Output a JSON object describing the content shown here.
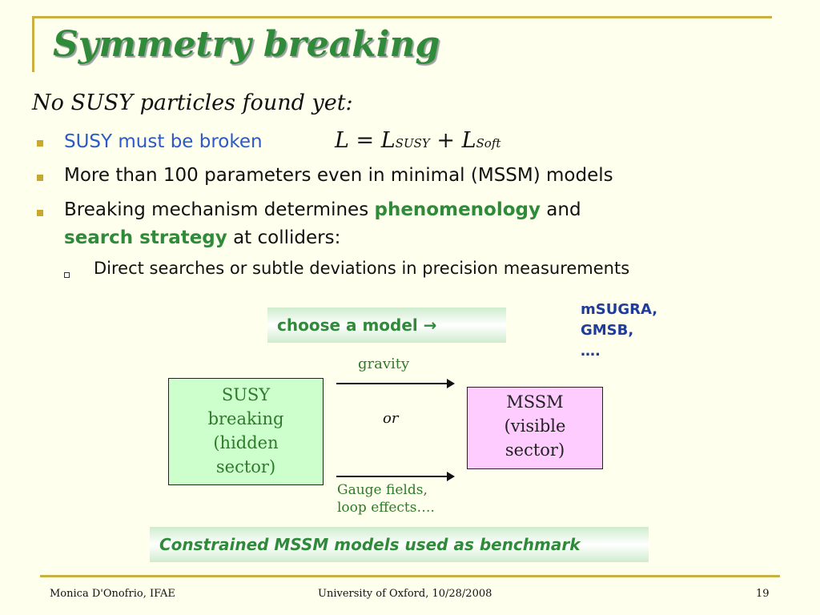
{
  "slide": {
    "title": "Symmetry breaking",
    "subtitle": "No SUSY particles found yet:",
    "bullets": {
      "b1_text": "SUSY must be broken",
      "formula": {
        "lhs": "L",
        "equals": " = ",
        "t1": "L",
        "t1_sub": "SUSY",
        "plus": " + ",
        "t2": "L",
        "t2_sub": "Soft"
      },
      "b2_text": "More than 100 parameters even in minimal (MSSM) models",
      "b3_part1": "Breaking mechanism determines ",
      "b3_highlight1": "phenomenology",
      "b3_part2": " and",
      "b3_highlight2": "search strategy",
      "b3_part3": " at colliders:",
      "sub_bullet": "Direct searches or subtle deviations in precision measurements"
    },
    "choose_model": "choose a model →",
    "models": [
      "mSUGRA,",
      "GMSB,",
      "…."
    ],
    "diagram": {
      "left_box": [
        "SUSY",
        "breaking",
        "(hidden",
        "sector)"
      ],
      "right_box": [
        "MSSM",
        "(visible",
        "sector)"
      ],
      "top_label": "gravity",
      "middle_label": "or",
      "bottom_label": [
        "Gauge fields,",
        "loop effects…."
      ]
    },
    "banner": "Constrained MSSM models used as benchmark"
  },
  "footer": {
    "author": "Monica D'Onofrio, IFAE",
    "venue": "University of Oxford, 10/28/2008",
    "page": "19"
  },
  "colors": {
    "background": "#FFFFEE",
    "accent_gold": "#C9B040",
    "title_green": "#2F8A3A",
    "link_blue": "#2B5AC8",
    "model_blue": "#1F3C9A",
    "box_green": "#CCFFCC",
    "box_pink": "#FFCCFF"
  }
}
